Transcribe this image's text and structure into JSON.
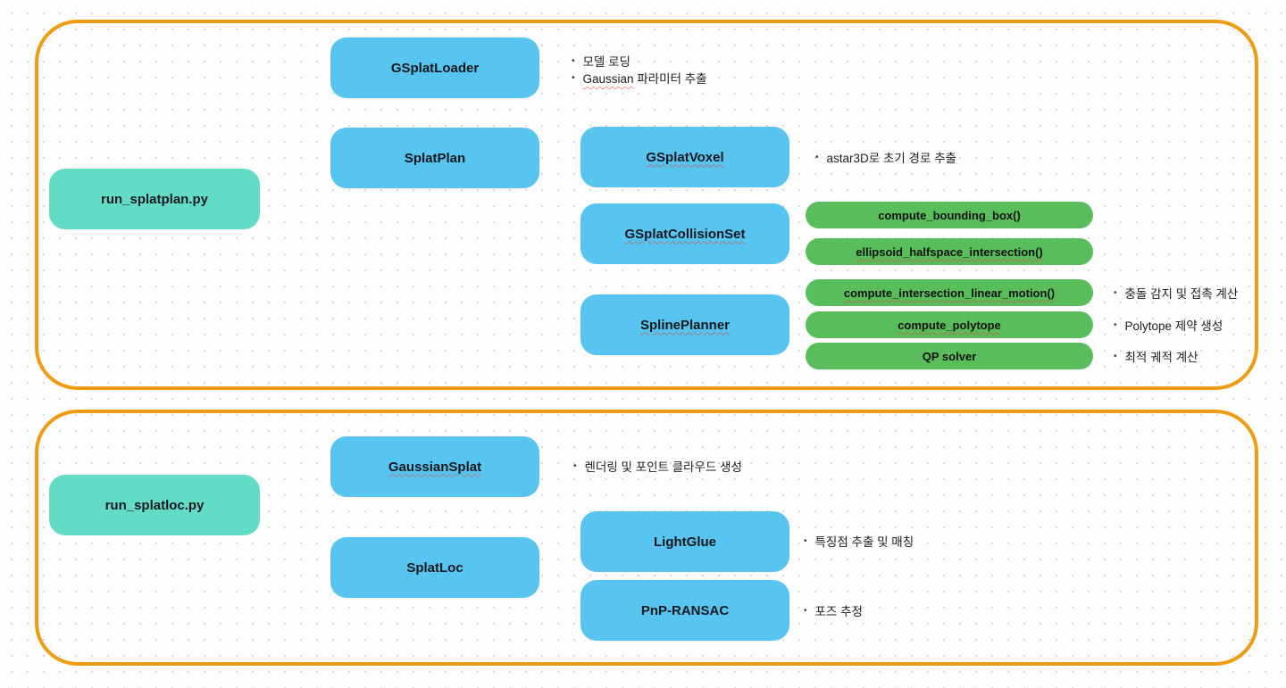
{
  "colors": {
    "frame_orange": "#ef9c13",
    "module_blue": "#58c4f0",
    "entry_teal": "#62dcc5",
    "function_green": "#59bd5c",
    "text_dark": "#14181c",
    "note_text": "#1e1e1e",
    "spellcheck_red": "#d94935",
    "background": "#fdfdfd"
  },
  "plan_section": {
    "entry": "run_splatplan.py",
    "gsplatloader": "GSplatLoader",
    "note_model_loading": "모델 로딩",
    "gaussian_word": "Gaussian",
    "gaussian_rest": "파라미터 추출",
    "splatplan": "SplatPlan",
    "gsplatvoxel": "GSplatVoxel",
    "gsplatvoxel_note": "astar3D로 초기 경로 추출",
    "gsplatcollisionset": "GSplatCollisionSet",
    "fn_bounding_box": "compute_bounding_box()",
    "fn_ellipsoid": "ellipsoid_halfspace_intersection()",
    "splineplanner": "SplinePlanner",
    "fn_linear_motion": "compute_intersection_linear_motion()",
    "fn_polytope": "compute_polytope",
    "fn_qp": "QP solver",
    "note_collision": "충돌 감지 및 접촉 계산",
    "note_polytope": "Polytope 제약 생성",
    "note_trajectory": "최적 궤적 계산"
  },
  "loc_section": {
    "entry": "run_splatloc.py",
    "gaussiansplat": "GaussianSplat",
    "gaussiansplat_note": "렌더링 및 포인트 클라우드 생성",
    "splatloc": "SplatLoc",
    "lightglue": "LightGlue",
    "lightglue_note": "특징점 추출 및 매칭",
    "pnpransac": "PnP-RANSAC",
    "pnpransac_note": "포즈 추정"
  }
}
